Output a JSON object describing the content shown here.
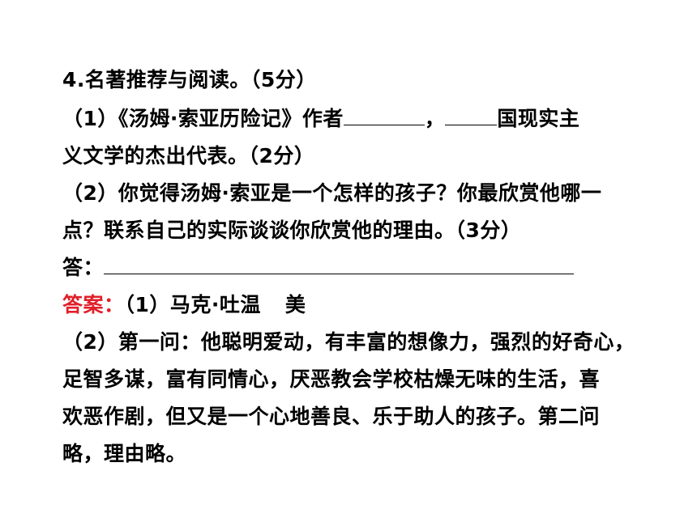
{
  "question": {
    "title": "4.名著推荐与阅读。（5分）",
    "part1_a": "（1）《汤姆·索亚历险记》作者",
    "part1_sep": "，",
    "part1_b": "国现实主",
    "part1_c": "义文学的杰出代表。（2分）",
    "part2_a": "（2）你觉得汤姆·索亚是一个怎样的孩子？你最欣赏他哪一",
    "part2_b": "点？联系自己的实际谈谈你欣赏他的理由。（3分）",
    "answer_prefix": "答："
  },
  "answer": {
    "label": "答案：",
    "part1_a": "（1）马克·吐温",
    "part1_b": "美",
    "part2_lines": [
      "（2）第一问：他聪明爱动，有丰富的想像力，强烈的好奇心，",
      "足智多谋，富有同情心，厌恶教会学校枯燥无味的生活，喜",
      "欢恶作剧，但又是一个心地善良、乐于助人的孩子。第二问",
      "略，理由略。"
    ]
  },
  "colors": {
    "answer_label": "#e0202a",
    "text": "#000000"
  }
}
